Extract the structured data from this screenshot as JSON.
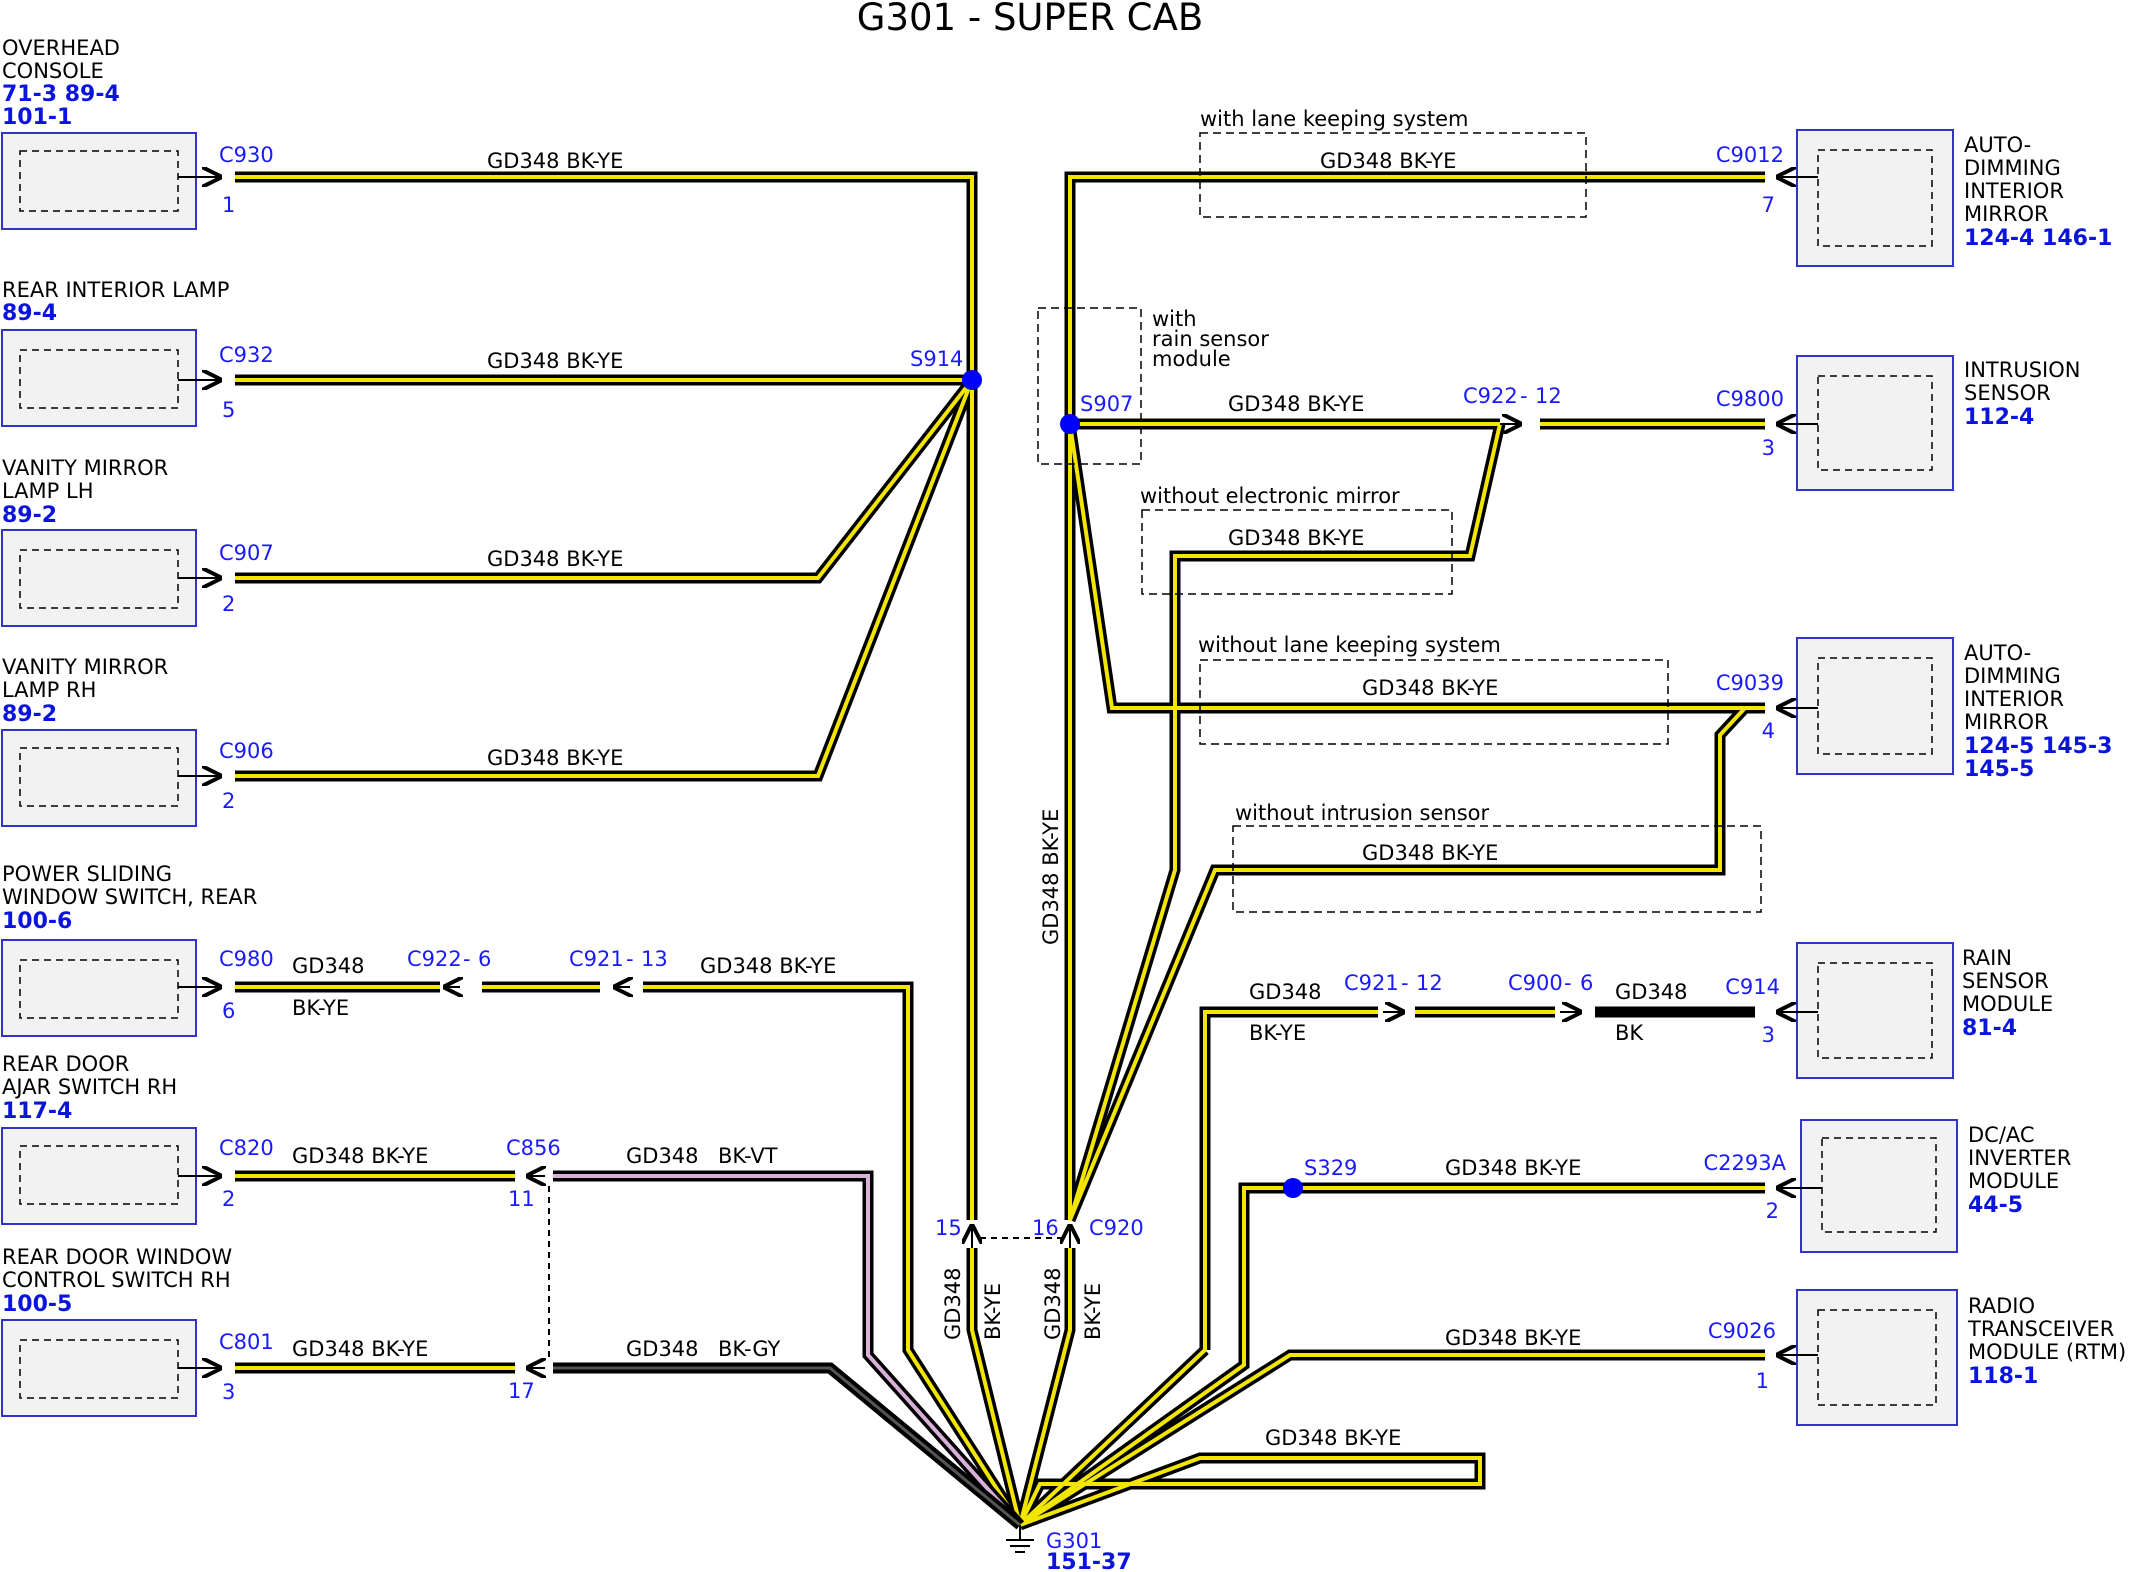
{
  "title": "G301 - SUPER CAB",
  "wire_label": "GD348  BK-YE",
  "colors": {
    "wire_yellow": "#f2e600",
    "wire_violet": "#d8b0d8",
    "connector_blue": "#1a1aff",
    "splice": "#0000ff",
    "box_outline": "#3333cc"
  },
  "left_components": [
    {
      "name_lines": [
        "OVERHEAD",
        "CONSOLE"
      ],
      "refs": [
        "71-3  89-4",
        "101-1"
      ],
      "connector": "C930",
      "pin": "1",
      "wire": "GD348  BK-YE"
    },
    {
      "name_lines": [
        "REAR INTERIOR LAMP"
      ],
      "refs": [
        "89-4"
      ],
      "connector": "C932",
      "pin": "5",
      "wire": "GD348  BK-YE"
    },
    {
      "name_lines": [
        "VANITY MIRROR",
        "LAMP LH"
      ],
      "refs": [
        "89-2"
      ],
      "connector": "C907",
      "pin": "2",
      "wire": "GD348  BK-YE"
    },
    {
      "name_lines": [
        "VANITY MIRROR",
        "LAMP RH"
      ],
      "refs": [
        "89-2"
      ],
      "connector": "C906",
      "pin": "2",
      "wire": "GD348  BK-YE"
    },
    {
      "name_lines": [
        "POWER SLIDING",
        "WINDOW SWITCH, REAR"
      ],
      "refs": [
        "100-6"
      ],
      "connector": "C980",
      "pin": "6"
    },
    {
      "name_lines": [
        "REAR DOOR",
        "AJAR SWITCH RH"
      ],
      "refs": [
        "117-4"
      ],
      "connector": "C820",
      "pin": "2"
    },
    {
      "name_lines": [
        "REAR DOOR WINDOW",
        "CONTROL SWITCH RH"
      ],
      "refs": [
        "100-5"
      ],
      "connector": "C801",
      "pin": "3"
    }
  ],
  "right_components": [
    {
      "name_lines": [
        "AUTO-",
        "DIMMING",
        "INTERIOR",
        "MIRROR"
      ],
      "refs": [
        "124-4 146-1"
      ],
      "connector": "C9012",
      "pin": "7"
    },
    {
      "name_lines": [
        "INTRUSION",
        "SENSOR"
      ],
      "refs": [
        "112-4"
      ],
      "connector": "C9800",
      "pin": "3"
    },
    {
      "name_lines": [
        "AUTO-",
        "DIMMING",
        "INTERIOR",
        "MIRROR"
      ],
      "refs": [
        "124-5 145-3",
        "145-5"
      ],
      "connector": "C9039",
      "pin": "4"
    },
    {
      "name_lines": [
        "RAIN",
        "SENSOR",
        "MODULE"
      ],
      "refs": [
        "81-4"
      ],
      "connector": "C914",
      "pin": "3"
    },
    {
      "name_lines": [
        "DC/AC",
        "INVERTER",
        "MODULE"
      ],
      "refs": [
        "44-5"
      ],
      "connector": "C2293A",
      "pin": "2"
    },
    {
      "name_lines": [
        "RADIO",
        "TRANSCEIVER",
        "MODULE (RTM)"
      ],
      "refs": [
        "118-1"
      ],
      "connector": "C9026",
      "pin": "1"
    }
  ],
  "notes": {
    "lane_keeping": "with lane keeping system",
    "rain_sensor": [
      "with",
      "rain sensor",
      "module"
    ],
    "no_electronic_mirror": "without electronic mirror",
    "no_lane_keeping": "without lane keeping system",
    "no_intrusion": "without intrusion sensor"
  },
  "splices": {
    "s914": "S914",
    "s907": "S907",
    "s329": "S329"
  },
  "inline_connectors": {
    "c922_6": "C922",
    "c922_6_pin": "6",
    "c921_13": "C921",
    "c921_13_pin": "13",
    "c856": "C856",
    "c856_pin_a": "11",
    "c856_pin_b": "17",
    "c922_12": "C922",
    "c922_12_pin": "12",
    "c921_12": "C921",
    "c921_12_pin": "12",
    "c900_6": "C900",
    "c900_6_pin": "6",
    "c920": "C920",
    "c920_pin_a": "15",
    "c920_pin_b": "16"
  },
  "wire_texts": {
    "gd348": "GD348",
    "bkye": "BK-YE",
    "bkvt": "BK-VT",
    "bkgy": "BK-GY",
    "bk": "BK",
    "bkye_full": "GD348  BK-YE",
    "vertical": "GD348  BK-YE"
  },
  "ground": {
    "name": "G301",
    "ref": "151-37"
  }
}
